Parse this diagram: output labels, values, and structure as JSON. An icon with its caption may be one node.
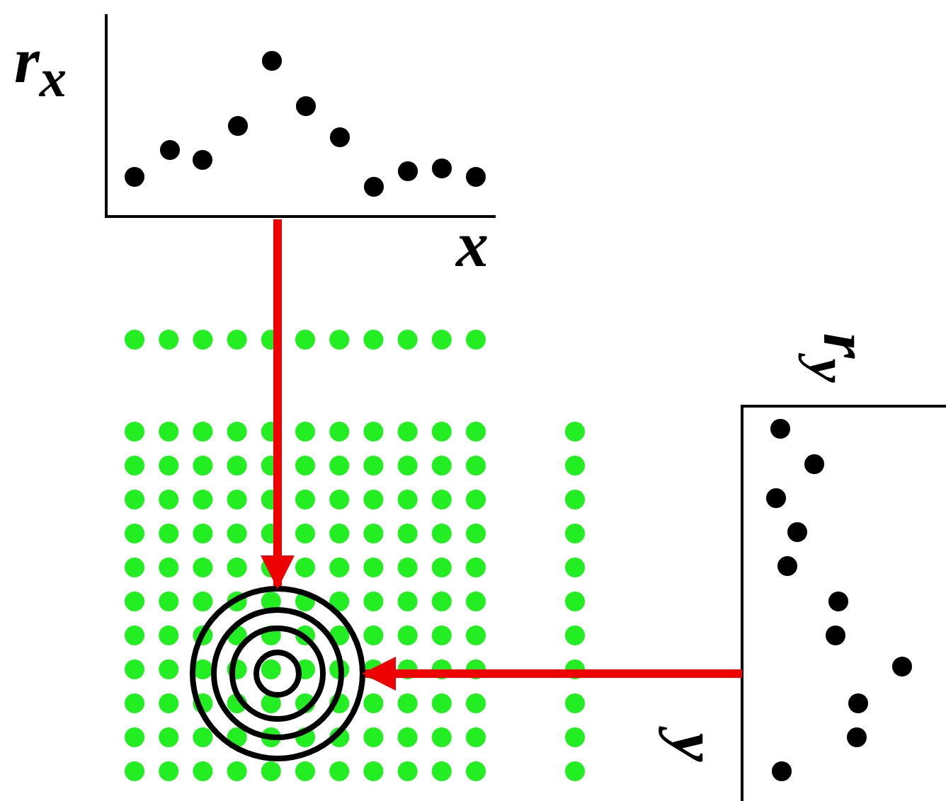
{
  "diagram": {
    "nodes": [
      {
        "text": [
          "r$_{x}$",
          "x"
        ]
      },
      {
        "text": [],
        "shape": "circle"
      },
      {
        "text": [
          "r$_{y}$",
          "y"
        ]
      }
    ],
    "edges": [
      {
        "from": 0,
        "to": 1,
        "arrow": "to"
      },
      {
        "from": 2,
        "to": 1,
        "arrow": "to"
      }
    ]
  }
}
